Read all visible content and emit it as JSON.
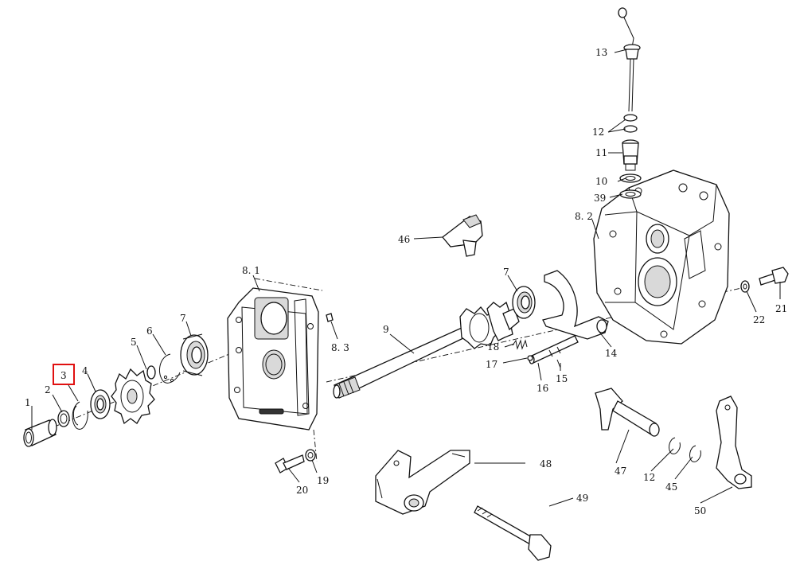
{
  "callouts": {
    "c1": "1",
    "c2": "2",
    "c3": "3",
    "c4": "4",
    "c5": "5",
    "c6": "6",
    "c7a": "7",
    "c7b": "7",
    "c81": "8. 1",
    "c82": "8. 2",
    "c83": "8. 3",
    "c9": "9",
    "c10": "10",
    "c11": "11",
    "c12a": "12",
    "c12b": "12",
    "c13": "13",
    "c14": "14",
    "c15": "15",
    "c16": "16",
    "c17": "17",
    "c18": "18",
    "c19": "19",
    "c20": "20",
    "c21": "21",
    "c22": "22",
    "c39": "39",
    "c45": "45",
    "c46": "46",
    "c47": "47",
    "c48": "48",
    "c49": "49",
    "c50": "50"
  },
  "highlight": {
    "callout": "3",
    "color": "#e01010"
  }
}
